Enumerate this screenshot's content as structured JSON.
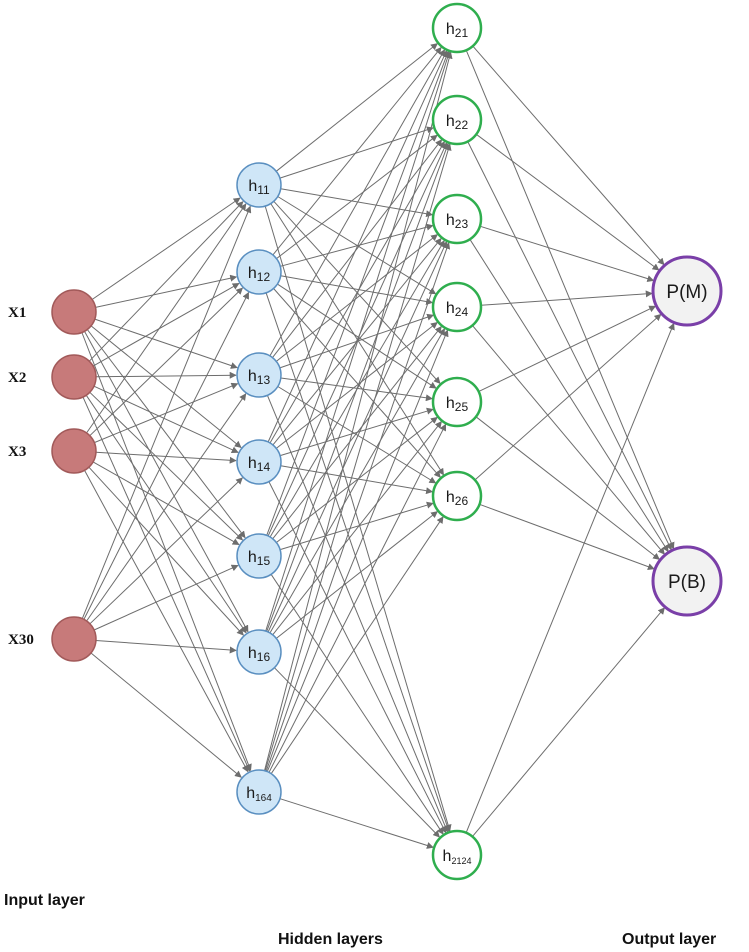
{
  "input_layer": {
    "title": "Input layer",
    "color": "#c77a7a",
    "stroke": "#a25a5a",
    "labels": [
      "X1",
      "X2",
      "X3",
      "X30"
    ]
  },
  "hidden_layers": {
    "title": "Hidden layers",
    "layer1": {
      "fill": "#cfe6f7",
      "stroke": "#5a8fc0",
      "nodes": [
        {
          "base": "h",
          "sub": "11"
        },
        {
          "base": "h",
          "sub": "12"
        },
        {
          "base": "h",
          "sub": "13"
        },
        {
          "base": "h",
          "sub": "14"
        },
        {
          "base": "h",
          "sub": "15"
        },
        {
          "base": "h",
          "sub": "16"
        },
        {
          "base": "h",
          "sub": "164"
        }
      ]
    },
    "layer2": {
      "fill": "#ffffff",
      "stroke": "#2fae4e",
      "nodes": [
        {
          "base": "h",
          "sub": "21"
        },
        {
          "base": "h",
          "sub": "22"
        },
        {
          "base": "h",
          "sub": "23"
        },
        {
          "base": "h",
          "sub": "24"
        },
        {
          "base": "h",
          "sub": "25"
        },
        {
          "base": "h",
          "sub": "26"
        },
        {
          "base": "h",
          "sub": "2124"
        }
      ]
    }
  },
  "output_layer": {
    "title": "Output layer",
    "fill": "#f2f2f2",
    "stroke": "#7a3fa8",
    "nodes": [
      "P(M)",
      "P(B)"
    ]
  },
  "edge_color": "#6d6d6d"
}
